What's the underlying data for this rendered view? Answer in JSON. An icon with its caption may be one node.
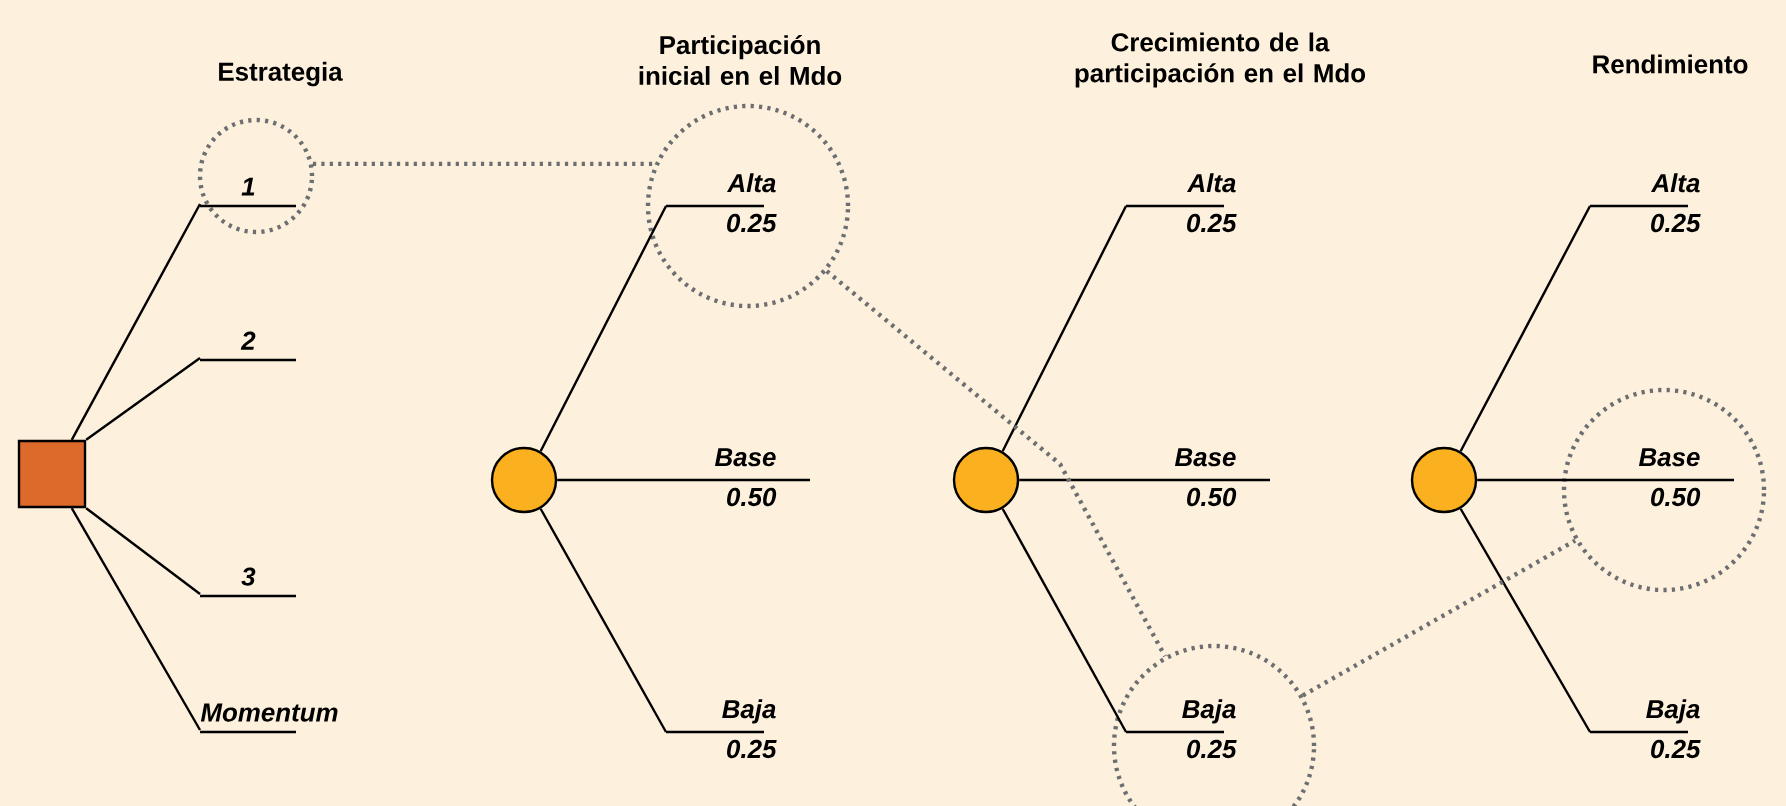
{
  "diagram": {
    "nodes": [
      {
        "text": [],
        "shape": "box"
      },
      {
        "text": [],
        "shape": "circle"
      },
      {
        "text": [
          "1"
        ],
        "in": 1
      },
      {
        "text": [
          "2"
        ]
      },
      {
        "text": [
          "3"
        ]
      },
      {
        "text": [
          "Momentum"
        ]
      },
      {
        "text": [],
        "shape": "circle"
      },
      {
        "text": [],
        "shape": "circle"
      },
      {
        "text": [
          "Alta",
          "0.25"
        ],
        "in": 7
      },
      {
        "text": [
          "Base",
          "0.50"
        ]
      },
      {
        "text": [
          "Baja",
          "0.25"
        ]
      },
      {
        "text": [],
        "shape": "circle"
      },
      {
        "text": [
          "Alta",
          "0.25"
        ]
      },
      {
        "text": [
          "Base",
          "0.50"
        ]
      },
      {
        "text": [],
        "shape": "circle"
      },
      {
        "text": [
          "Baja",
          "0.25"
        ],
        "in": 14
      },
      {
        "text": [],
        "shape": "circle"
      },
      {
        "text": [
          "Alta",
          "0.25"
        ]
      },
      {
        "text": [],
        "shape": "circle"
      },
      {
        "text": [
          "Base",
          "0.50"
        ],
        "in": 18
      },
      {
        "text": [
          "Baja",
          "0.25"
        ]
      }
    ],
    "edges": [
      {
        "from": 0,
        "to": 2,
        "arrow": "none"
      },
      {
        "from": 0,
        "to": 3,
        "arrow": "none"
      },
      {
        "from": 0,
        "to": 4,
        "arrow": "none"
      },
      {
        "from": 0,
        "to": 5,
        "arrow": "none"
      },
      {
        "from": 6,
        "to": 8,
        "arrow": "none"
      },
      {
        "from": 6,
        "to": 9,
        "arrow": "none"
      },
      {
        "from": 6,
        "to": 10,
        "arrow": "none"
      },
      {
        "from": 11,
        "to": 12,
        "arrow": "none"
      },
      {
        "from": 11,
        "to": 13,
        "arrow": "none"
      },
      {
        "from": 11,
        "to": 15,
        "arrow": "none"
      },
      {
        "from": 16,
        "to": 17,
        "arrow": "none"
      },
      {
        "from": 16,
        "to": 19,
        "arrow": "none"
      },
      {
        "from": 16,
        "to": 20,
        "arrow": "none"
      },
      {
        "from": 1,
        "to": 7,
        "arrow": "none",
        "style": "dashed",
        "color": "#6d6e71"
      },
      {
        "from": 7,
        "to": 14,
        "arrow": "none",
        "style": "dashed",
        "color": "#6d6e71"
      },
      {
        "from": 14,
        "to": 18,
        "arrow": "none",
        "style": "dashed",
        "color": "#6d6e71"
      }
    ],
    "labels": [
      "Estrategia",
      "Participación inicial en el Mdo",
      "Crecimiento de la participación en el Mdo",
      "Rendimiento"
    ]
  }
}
